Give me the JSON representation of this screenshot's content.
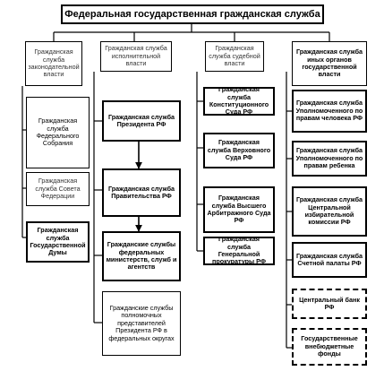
{
  "title": "Федеральная государственная гражданская служба",
  "branches": {
    "legislative": "Гражданская служба законодательной власти",
    "executive": "Гражданская служба исполнительной власти",
    "judicial": "Гражданская служба судебной власти",
    "other": "Гражданская служба иных органов государственной власти"
  },
  "legislative": {
    "assembly": "Гражданская служба Федерального Собрания",
    "council": "Гражданская служба Совета Федерации",
    "duma": "Гражданская служба Государственной Думы"
  },
  "executive": {
    "president": "Гражданская служба Президента РФ",
    "government": "Гражданская служба Правительства РФ",
    "ministries": "Гражданские службы федеральных министерств, служб и агентств",
    "envoys": "Гражданские службы полномочных представителей Президента РФ в федеральных округах"
  },
  "judicial": {
    "constitutional": "Гражданская служба Конституционного Суда РФ",
    "supreme": "Гражданская служба Верховного Суда РФ",
    "arbitration": "Гражданская служба Высшего Арбитражного Суда РФ",
    "prosecutor": "Гражданская служба Генеральной прокуратуры РФ"
  },
  "other": {
    "human_rights": "Гражданская служба Уполномоченного по правам человека РФ",
    "child_rights": "Гражданская служба Уполномоченного по правам ребенка",
    "election": "Гражданская служба Центральной избирательной комиссии РФ",
    "audit": "Гражданская служба Счетной палаты РФ",
    "central_bank": "Центральный банк РФ",
    "funds": "Государственные внебюджетные фонды"
  }
}
